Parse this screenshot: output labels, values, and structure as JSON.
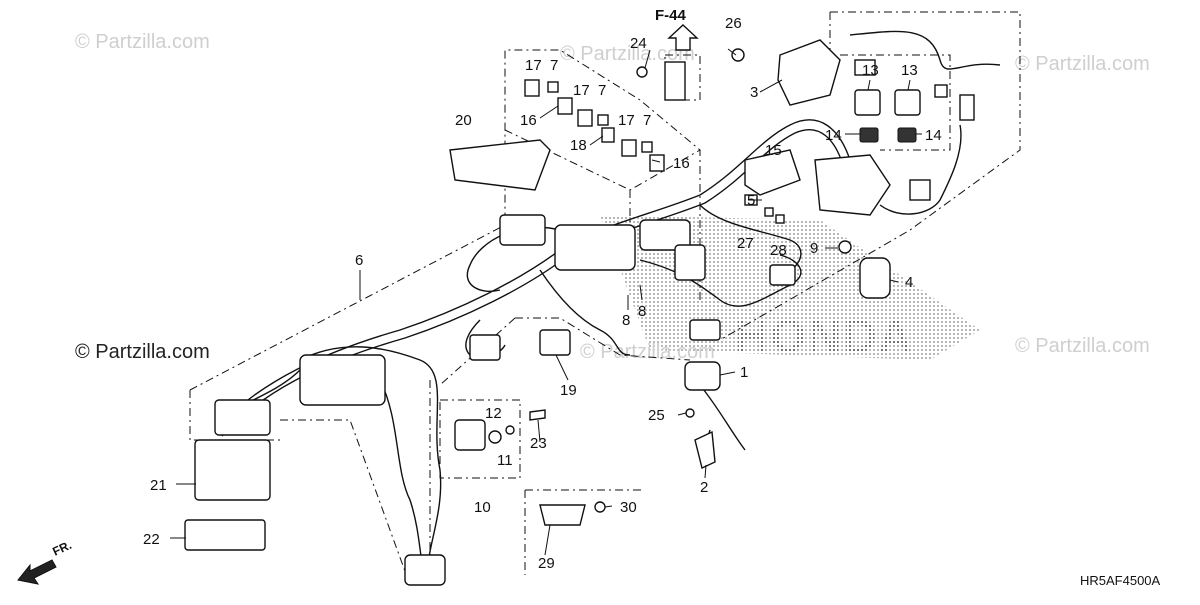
{
  "diagram": {
    "reference_label": "F-44",
    "diagram_code": "HR5AF4500A",
    "front_indicator": "FR.",
    "watermark": "© Partzilla.com",
    "brand_mark": "HONDA",
    "callouts": {
      "c1": "1",
      "c2": "2",
      "c3": "3",
      "c4": "4",
      "c5": "5",
      "c6": "6",
      "c7a": "7",
      "c7b": "7",
      "c7c": "7",
      "c8a": "8",
      "c8b": "8",
      "c9": "9",
      "c10": "10",
      "c11": "11",
      "c12": "12",
      "c13a": "13",
      "c13b": "13",
      "c14a": "14",
      "c14b": "14",
      "c15": "15",
      "c16a": "16",
      "c16b": "16",
      "c17a": "17",
      "c17b": "17",
      "c17c": "17",
      "c18": "18",
      "c19": "19",
      "c20": "20",
      "c21": "21",
      "c22": "22",
      "c23": "23",
      "c24": "24",
      "c25": "25",
      "c26": "26",
      "c27": "27",
      "c28": "28",
      "c29": "29",
      "c30": "30"
    }
  }
}
